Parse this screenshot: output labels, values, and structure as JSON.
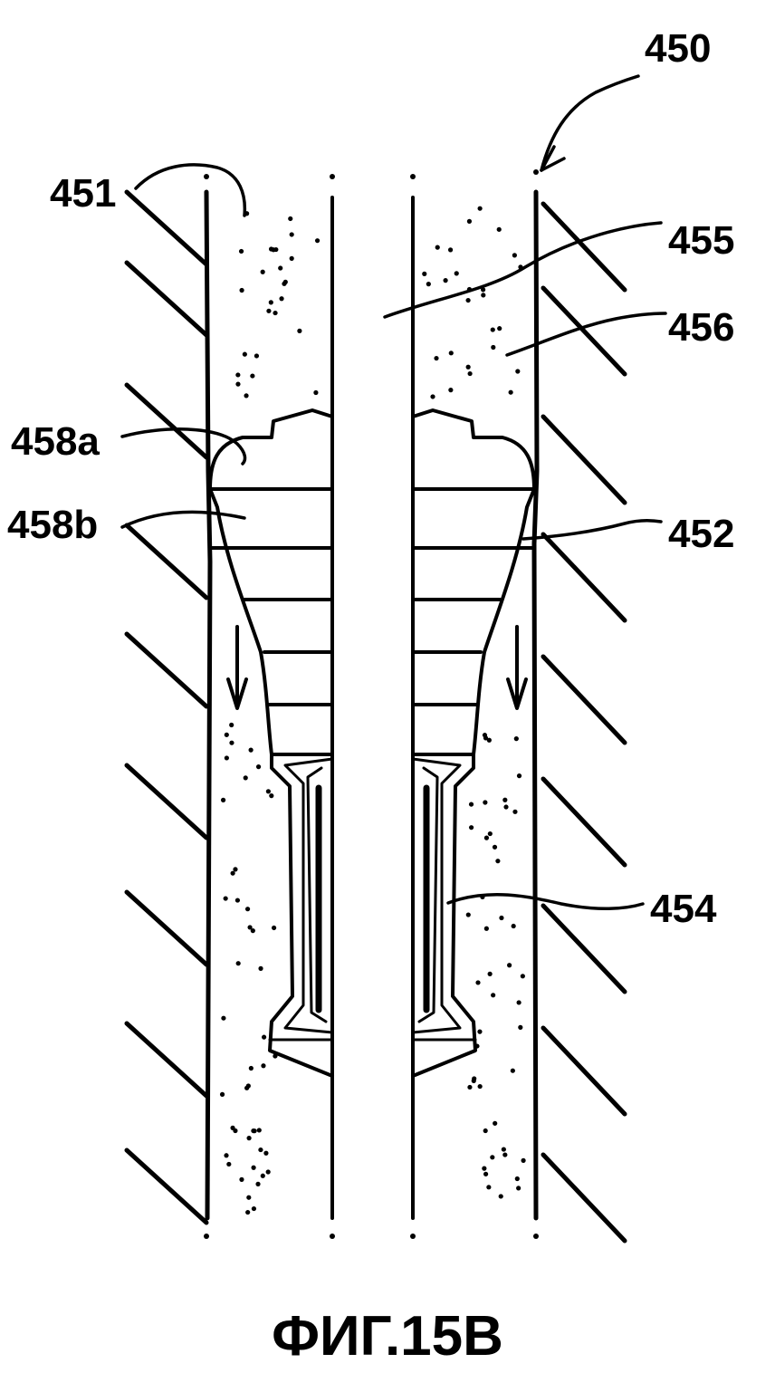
{
  "figure": {
    "caption": "ФИГ.15B",
    "labels": {
      "l450": "450",
      "l451": "451",
      "l455": "455",
      "l456": "456",
      "l458a": "458a",
      "l458b": "458b",
      "l452": "452",
      "l454": "454"
    }
  },
  "colors": {
    "ink": "#000000",
    "paper": "#ffffff"
  }
}
